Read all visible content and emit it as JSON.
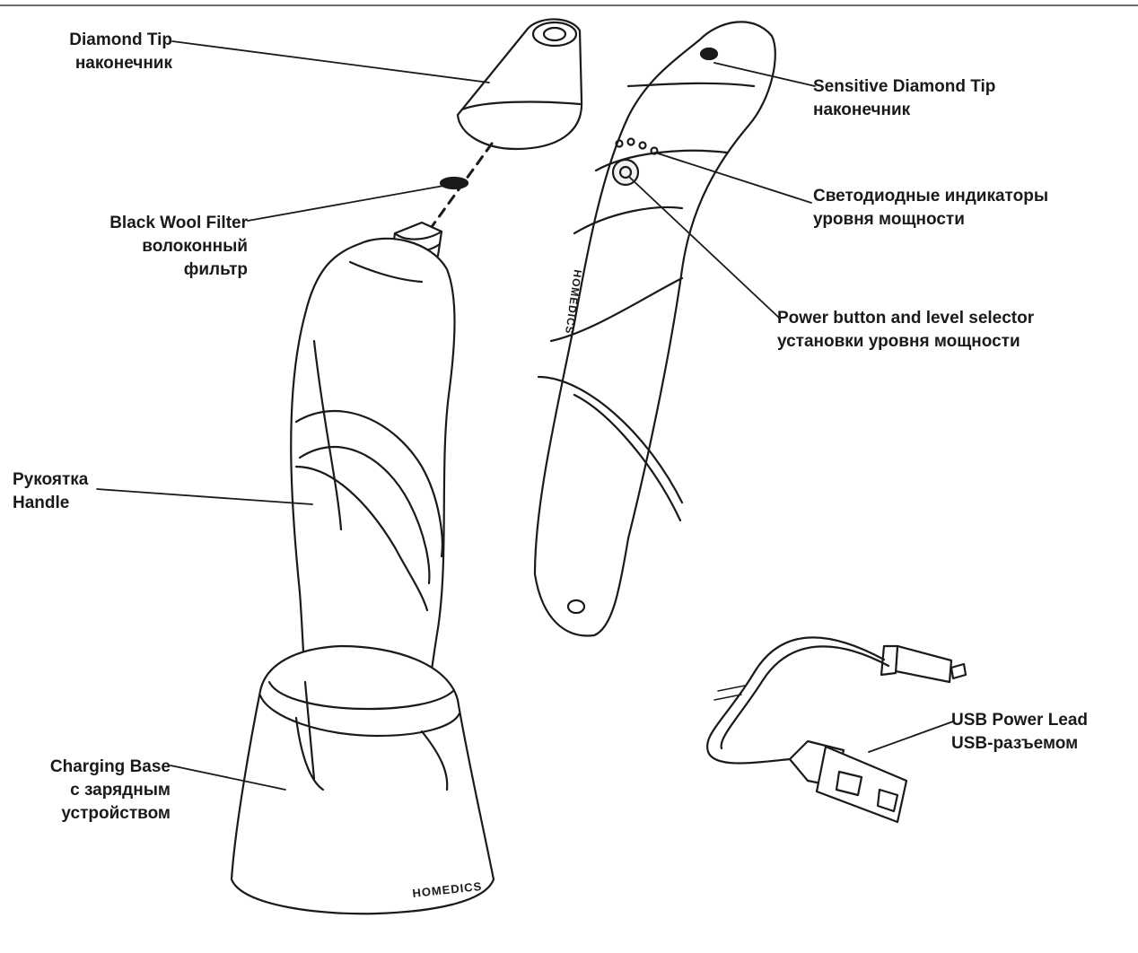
{
  "labels": {
    "diamond_tip": [
      "Diamond Tip",
      "наконечник"
    ],
    "black_wool_filter": [
      "Black Wool Filter",
      "волоконный",
      "фильтр"
    ],
    "handle": [
      "Рукоятка",
      "Handle"
    ],
    "charging_base": [
      "Charging Base",
      "с зарядным",
      "устройством"
    ],
    "sensitive_tip": [
      "Sensitive Diamond Tip",
      "наконечник"
    ],
    "led_indicators": [
      "Светодиодные индикаторы",
      "уровня мощности"
    ],
    "power_button": [
      "Power button and level selector",
      "установки уровня мощности"
    ],
    "usb_lead": [
      "USB Power Lead",
      "USB-разъемом"
    ]
  },
  "brand": "HOMEDICS",
  "colors": {
    "line": "#1a1a1a",
    "shade": "#f2f2f2"
  }
}
